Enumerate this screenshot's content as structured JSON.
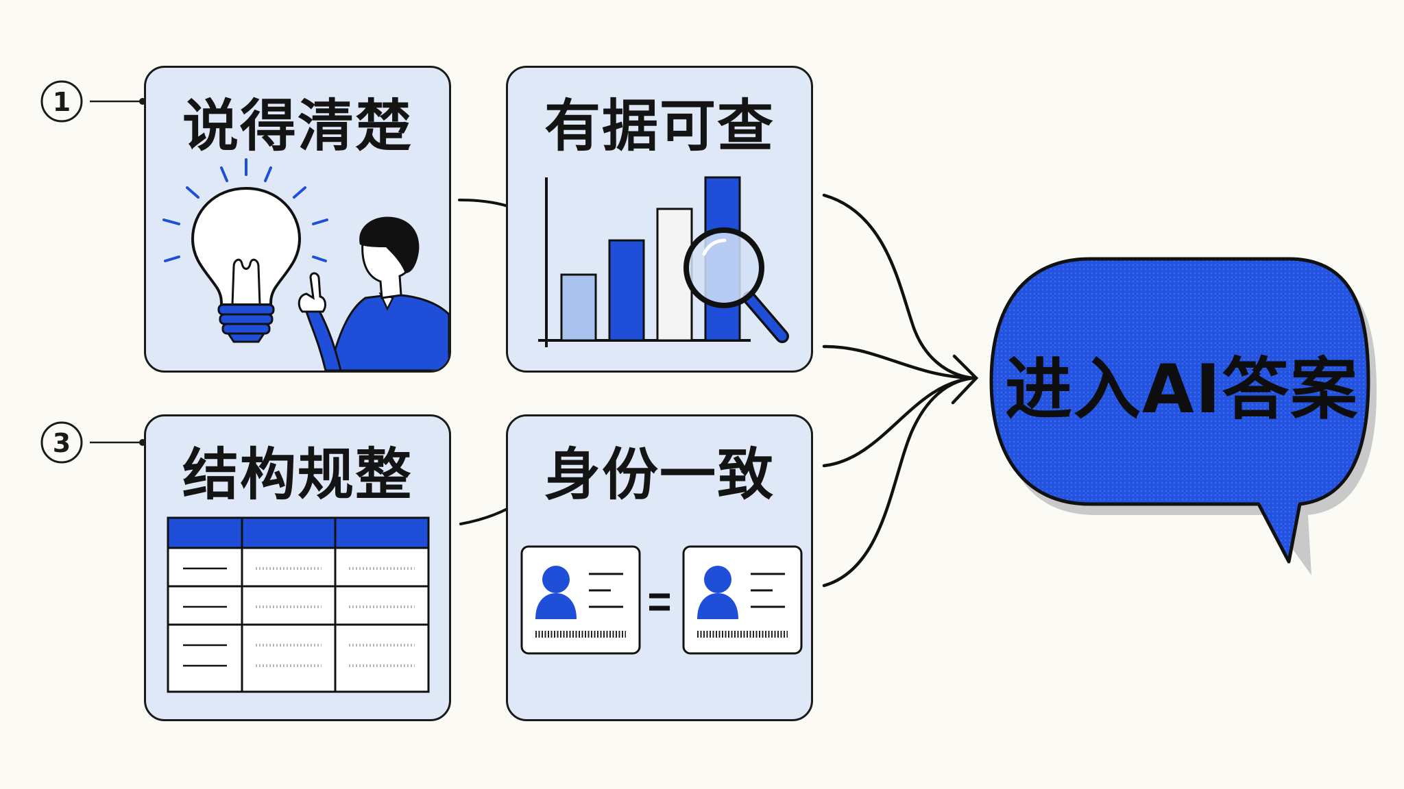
{
  "steps": [
    {
      "marker": "①",
      "title": "说得清楚"
    },
    {
      "title": "有据可查"
    },
    {
      "marker": "③",
      "title": "结构规整"
    },
    {
      "title": "身份一致"
    }
  ],
  "equals_symbol": "=",
  "target": {
    "label": "进入AI答案"
  },
  "colors": {
    "accent": "#1f4fd8",
    "card_bg": "#dfe8f6",
    "light_blue": "#a9c2ee",
    "ink": "#1a1a1a",
    "page_bg": "#fbfaf5"
  }
}
